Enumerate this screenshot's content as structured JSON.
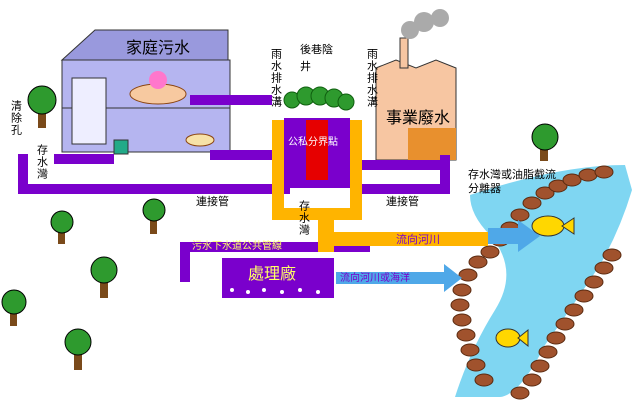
{
  "house": {
    "label": "家庭污水"
  },
  "factory": {
    "label": "事業廢水"
  },
  "labels": {
    "rain_left": "雨水排水溝",
    "rain_right": "雨水排水溝",
    "alley_manhole": "後巷陰井",
    "boundary_point": "公私分界點",
    "cleanout": "清除孔",
    "sump_left": "存水灣",
    "sump_center": "存水灣",
    "grease_trap": "存水灣或油脂截流分離器",
    "connector_left": "連接管",
    "connector_right": "連接管",
    "to_river": "流向河川",
    "sewer_main": "污水下水道公共管線",
    "plant": "處理廠",
    "to_river_sea": "流向河川或海洋"
  },
  "colors": {
    "pipe": "#7a00cc",
    "yellow_pipe": "#ffb400",
    "river": "#7fd6f2",
    "house_wall": "#b5b5f0",
    "house_roof": "#9999dd",
    "factory": "#f7c6a2",
    "manhole_red": "#e60000",
    "plant_box": "#7a00cc",
    "arrow_blue": "#4fa8e8",
    "tree_leaf": "#2e9a2e"
  },
  "icons": [
    "tree-icon",
    "fish-icon",
    "smoke-icon",
    "bathtub-icon",
    "toilet-icon",
    "sink-icon"
  ]
}
